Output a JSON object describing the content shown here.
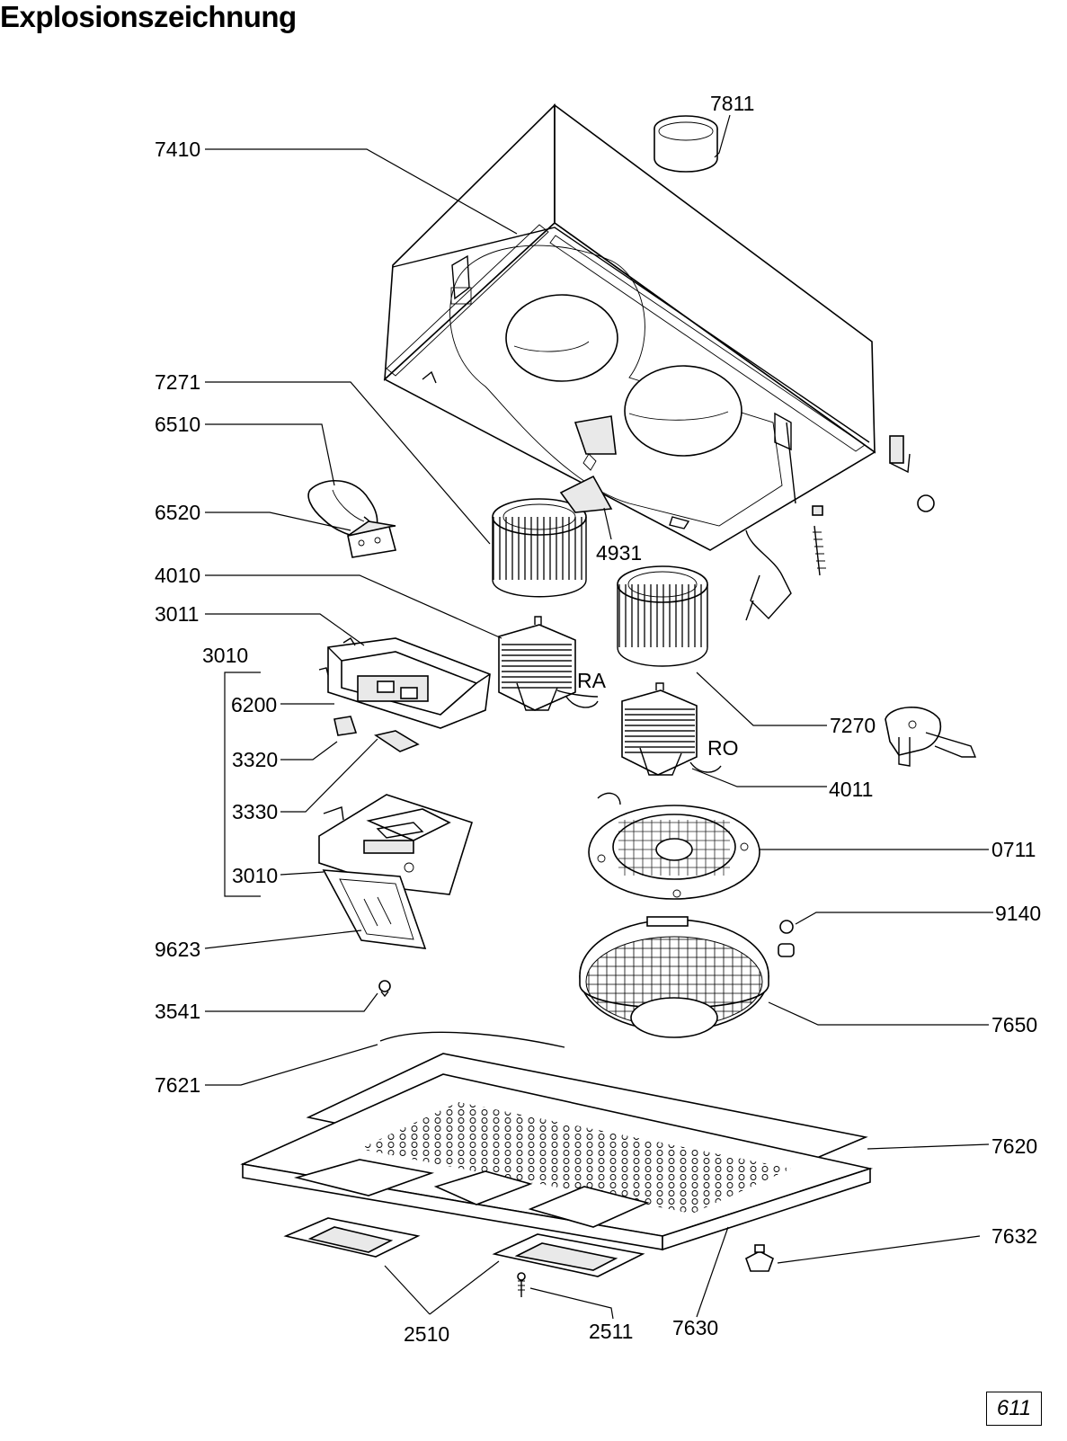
{
  "title": "Explosionszeichnung",
  "page_number": "611",
  "parts": [
    {
      "id": "7811",
      "label": "7811"
    },
    {
      "id": "7410",
      "label": "7410"
    },
    {
      "id": "7271",
      "label": "7271"
    },
    {
      "id": "6510",
      "label": "6510"
    },
    {
      "id": "6520",
      "label": "6520"
    },
    {
      "id": "4931",
      "label": "4931"
    },
    {
      "id": "4010",
      "label": "4010"
    },
    {
      "id": "3011",
      "label": "3011"
    },
    {
      "id": "3010-group",
      "label": "3010"
    },
    {
      "id": "6200",
      "label": "6200"
    },
    {
      "id": "3320",
      "label": "3320"
    },
    {
      "id": "3330",
      "label": "3330"
    },
    {
      "id": "3010",
      "label": "3010"
    },
    {
      "id": "9623",
      "label": "9623"
    },
    {
      "id": "3541",
      "label": "3541"
    },
    {
      "id": "7621",
      "label": "7621"
    },
    {
      "id": "7270",
      "label": "7270"
    },
    {
      "id": "4011",
      "label": "4011"
    },
    {
      "id": "0711",
      "label": "0711"
    },
    {
      "id": "9140",
      "label": "9140"
    },
    {
      "id": "7650",
      "label": "7650"
    },
    {
      "id": "7620",
      "label": "7620"
    },
    {
      "id": "7632",
      "label": "7632"
    },
    {
      "id": "2510",
      "label": "2510"
    },
    {
      "id": "2511",
      "label": "2511"
    },
    {
      "id": "7630",
      "label": "7630"
    }
  ],
  "motor_labels": {
    "ra": "RA",
    "ro": "RO"
  }
}
